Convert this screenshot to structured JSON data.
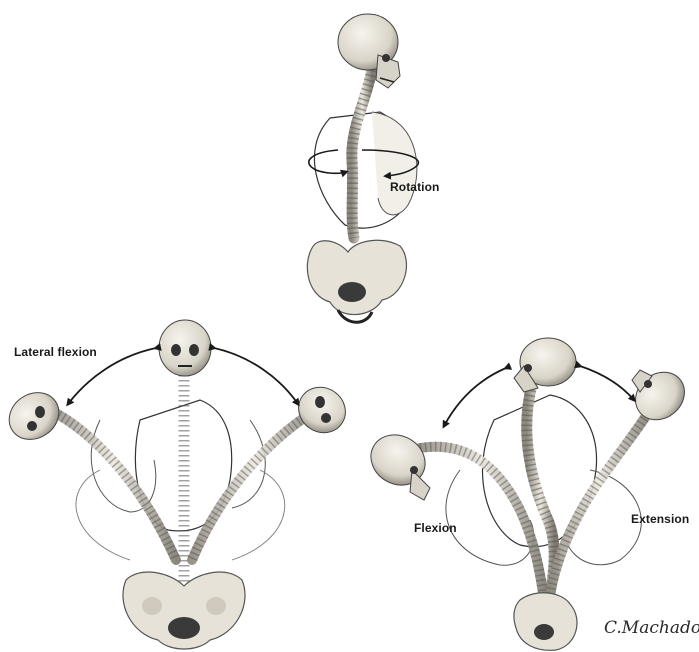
{
  "labels": {
    "rotation": "Rotation",
    "lateral_flexion": "Lateral flexion",
    "flexion": "Flexion",
    "extension": "Extension"
  },
  "signature": "C.Machado",
  "colors": {
    "ink": "#1a1a1a",
    "bone": "#e6e2d8",
    "bone_shade": "#9a958c",
    "background": "#ffffff"
  }
}
